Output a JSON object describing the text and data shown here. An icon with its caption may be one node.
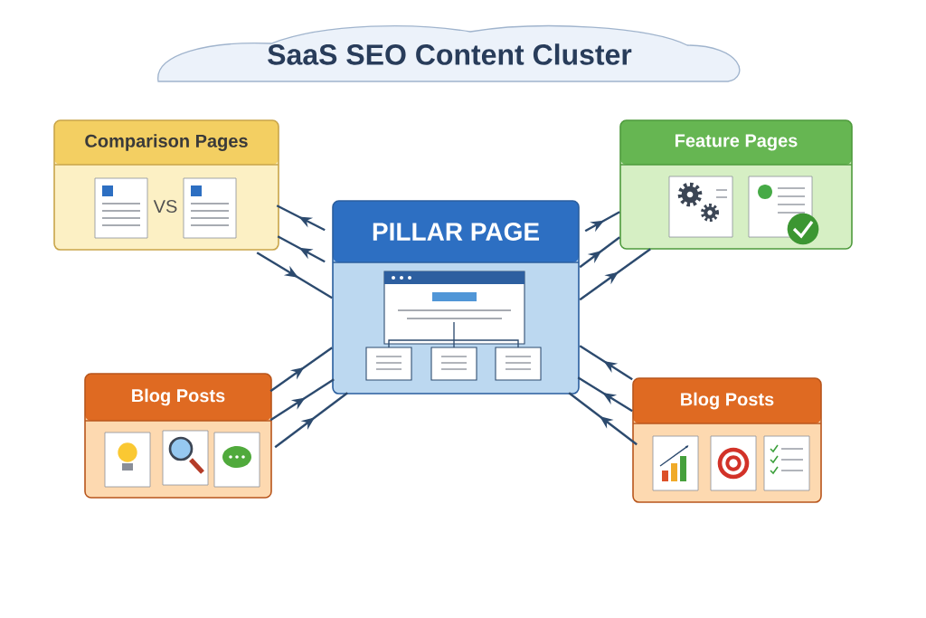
{
  "diagram": {
    "title": "SaaS SEO Content Cluster",
    "nodes": [
      {
        "text": [
          "Comparison Pages"
        ]
      },
      {
        "text": [
          "Feature Pages"
        ]
      },
      {
        "text": [
          "PILLAR PAGE"
        ]
      },
      {
        "text": [
          "Blog Posts"
        ]
      },
      {
        "text": [
          "Blog Posts"
        ]
      }
    ],
    "edges": [
      {
        "from": 2,
        "to": 0,
        "arrow": "to"
      },
      {
        "from": 2,
        "to": 0,
        "arrow": "to"
      },
      {
        "from": 0,
        "to": 2,
        "arrow": "to"
      },
      {
        "from": 3,
        "to": 2,
        "arrow": "to"
      },
      {
        "from": 3,
        "to": 2,
        "arrow": "to"
      },
      {
        "from": 3,
        "to": 2,
        "arrow": "to"
      },
      {
        "from": 2,
        "to": 1,
        "arrow": "to"
      },
      {
        "from": 2,
        "to": 1,
        "arrow": "to"
      },
      {
        "from": 2,
        "to": 1,
        "arrow": "to"
      },
      {
        "from": 4,
        "to": 2,
        "arrow": "to"
      },
      {
        "from": 4,
        "to": 2,
        "arrow": "to"
      },
      {
        "from": 4,
        "to": 2,
        "arrow": "to"
      }
    ],
    "labels": [
      "VS"
    ]
  }
}
